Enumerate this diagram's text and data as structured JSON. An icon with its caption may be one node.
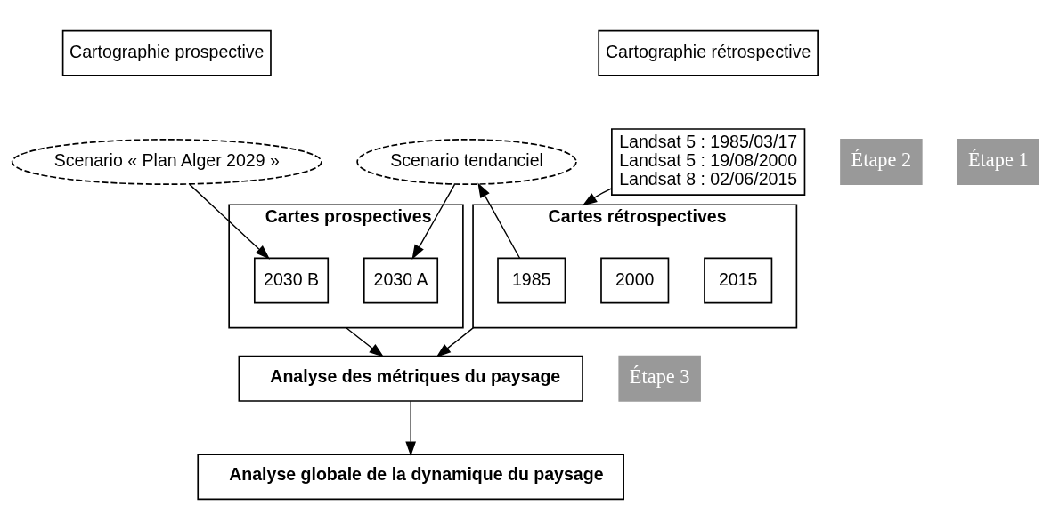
{
  "diagram": {
    "nodes": [
      {
        "text": [
          "Cartographie prospective"
        ]
      },
      {
        "text": [
          "Cartographie rétrospective"
        ]
      },
      {
        "text": [
          "Étape 2"
        ]
      },
      {
        "text": [
          "Scenario « Plan Alger 2029 »"
        ]
      },
      {
        "text": [
          "Scenario tendanciel"
        ]
      },
      {
        "text": [
          "Landsat 5 : 1985/03/17",
          "Landsat 5 : 19/08/2000",
          "Landsat 8 : 02/06/2015"
        ]
      },
      {
        "text": [
          "Étape 1"
        ]
      },
      {
        "text": [
          "Cartes prospectives"
        ]
      },
      {
        "text": [
          "2030 B"
        ],
        "in": 7
      },
      {
        "text": [
          "2030 A"
        ],
        "in": 7
      },
      {
        "text": [
          "Cartes rétrospectives"
        ]
      },
      {
        "text": [
          "1985"
        ],
        "in": 10
      },
      {
        "text": [
          "2000"
        ],
        "in": 10
      },
      {
        "text": [
          "2015"
        ],
        "in": 10
      },
      {
        "text": [
          "Étape 3"
        ]
      },
      {
        "text": [
          "Analyse des métriques du paysage"
        ]
      },
      {
        "text": [
          "Analyse globale de la dynamique du paysage"
        ]
      }
    ],
    "edges": [
      {
        "from": 3,
        "to": 8,
        "arrow": "to"
      },
      {
        "from": 4,
        "to": 9,
        "arrow": "to"
      },
      {
        "from": 5,
        "to": 10,
        "arrow": "to"
      },
      {
        "from": 11,
        "to": 4,
        "arrow": "to"
      },
      {
        "from": 7,
        "to": 15,
        "arrow": "to"
      },
      {
        "from": 10,
        "to": 15,
        "arrow": "to"
      },
      {
        "from": 15,
        "to": 16,
        "arrow": "to"
      }
    ]
  }
}
